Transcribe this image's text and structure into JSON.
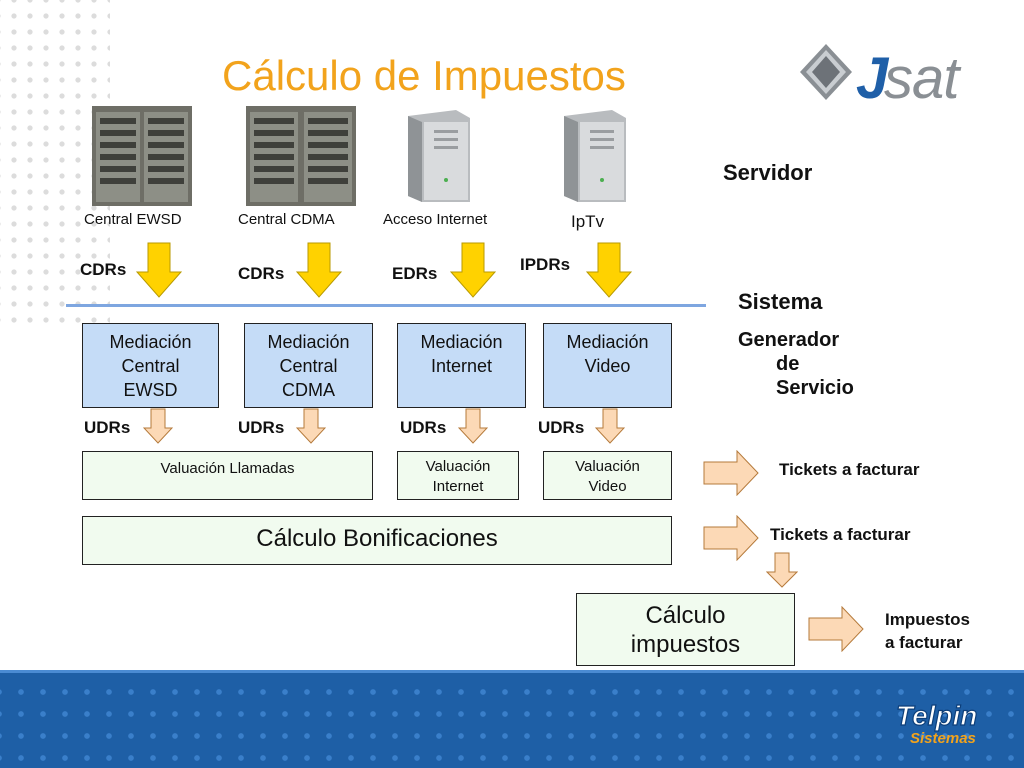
{
  "title": "Cálculo de Impuestos",
  "brand": {
    "logo_text": "Jsat",
    "footer_logo_line1": "Telpin",
    "footer_logo_line2": "Sistemas"
  },
  "devices": [
    {
      "label": "Central EWSD",
      "icon": "telephone-exchange-cabinet-icon"
    },
    {
      "label": "Central CDMA",
      "icon": "telephone-exchange-cabinet-icon"
    },
    {
      "label": "Acceso Internet",
      "icon": "tower-server-icon"
    },
    {
      "label": "IpTv",
      "icon": "tower-server-icon"
    }
  ],
  "device_flows": [
    "CDRs",
    "CDRs",
    "EDRs",
    "IPDRs"
  ],
  "side": {
    "servidor": "Servidor",
    "sistema": "Sistema",
    "generador_line1": "Generador",
    "generador_line2": "de",
    "generador_line3": "Servicio"
  },
  "mediation": [
    {
      "line1": "Mediación",
      "line2": "Central",
      "line3": "EWSD"
    },
    {
      "line1": "Mediación",
      "line2": "Central",
      "line3": "CDMA"
    },
    {
      "line1": "Mediación",
      "line2": "Internet",
      "line3": ""
    },
    {
      "line1": "Mediación",
      "line2": "Video",
      "line3": ""
    }
  ],
  "udr_label": "UDRs",
  "valuation": {
    "llamadas": "Valuación Llamadas",
    "internet_line1": "Valuación",
    "internet_line2": "Internet",
    "video_line1": "Valuación",
    "video_line2": "Video"
  },
  "bonificaciones": "Cálculo Bonificaciones",
  "tickets_1": "Tickets a facturar",
  "tickets_2": "Tickets a facturar",
  "impuestos_box_line1": "Cálculo",
  "impuestos_box_line2": "impuestos",
  "impuestos_out_line1": "Impuestos",
  "impuestos_out_line2": "a facturar",
  "colors": {
    "title": "#f2a31c",
    "mediation_fill": "#c5dcf7",
    "valuation_fill": "#f1fbef",
    "arrow_yellow": "#ffd200",
    "arrow_peach": "#fcd9b6",
    "separator": "#7ea6e0",
    "footer": "#1e5fa6"
  }
}
